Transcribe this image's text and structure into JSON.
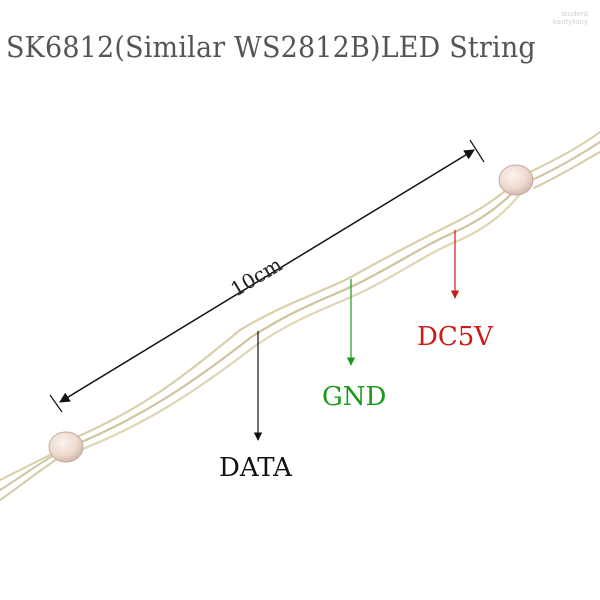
{
  "title": "SK6812(Similar WS2812B)LED String",
  "watermark": {
    "line1": "student",
    "line2": "kantytony"
  },
  "dimension": {
    "label": "10cm"
  },
  "labels": {
    "data": "DATA",
    "gnd": "GND",
    "dc5v": "DC5V"
  },
  "colors": {
    "data": "#111111",
    "gnd": "#1a9a1a",
    "dc5v": "#cc1a1a",
    "wire": "#d9cfa8",
    "led": "#ead6cc",
    "title": "#555555"
  },
  "icons": {
    "led_left": "led-bead",
    "led_right": "led-bead"
  }
}
